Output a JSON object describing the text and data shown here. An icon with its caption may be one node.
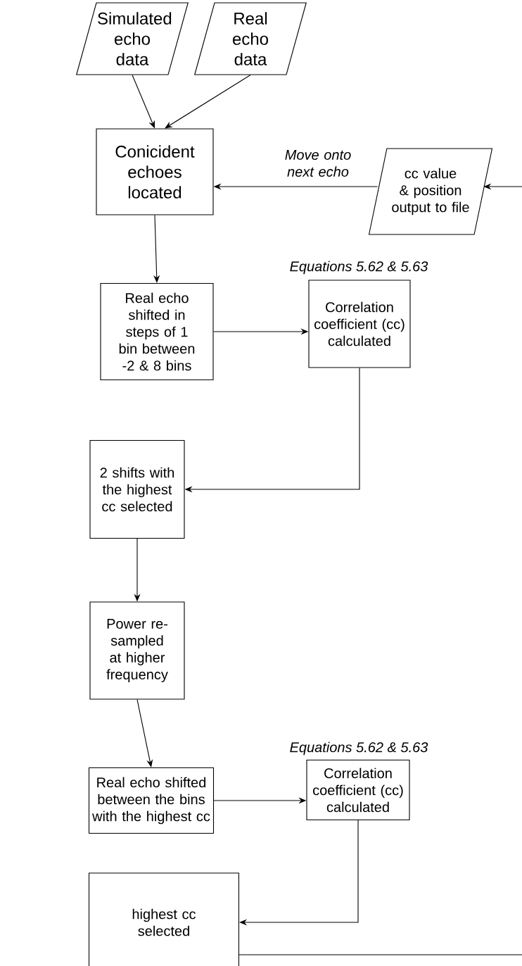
{
  "diagram": {
    "nodes": [
      {
        "text": [
          "Simulated echo data"
        ]
      },
      {
        "text": [
          "Real echo data"
        ]
      },
      {
        "text": [
          "Conicident echoes located"
        ]
      },
      {
        "text": [
          "cc value & position output to file"
        ]
      },
      {
        "text": [
          "Real echo shifted in steps of 1 bin between -2 & 8 bins"
        ]
      },
      {
        "text": [
          "Correlation coefficient (cc) calculated"
        ],
        "beside": [
          "Equations 5.62 & 5.63"
        ]
      },
      {
        "text": [
          "2 shifts with the highest cc selected"
        ]
      },
      {
        "text": [
          "Power re-sampled at higher frequency"
        ]
      },
      {
        "text": [
          "Real echo shifted between the bins with the highest cc"
        ]
      },
      {
        "text": [
          "Correlation coefficient (cc) calculated"
        ],
        "beside": [
          "Equations 5.62 & 5.63"
        ]
      },
      {
        "text": [
          "highest cc selected"
        ]
      }
    ],
    "edges": [
      {
        "from": 0,
        "to": 2,
        "arrow": "to"
      },
      {
        "from": 1,
        "to": 2,
        "arrow": "to"
      },
      {
        "from": 3,
        "to": 2,
        "arrow": "to",
        "label": "Move onto next echo"
      },
      {
        "from": null,
        "to": 3,
        "arrow": "to"
      },
      {
        "from": 2,
        "to": 4,
        "arrow": "to"
      },
      {
        "from": 4,
        "to": 5,
        "arrow": "to"
      },
      {
        "from": 5,
        "to": 6,
        "arrow": "to"
      },
      {
        "from": 6,
        "to": 7,
        "arrow": "to"
      },
      {
        "from": 7,
        "to": 8,
        "arrow": "to"
      },
      {
        "from": 8,
        "to": 9,
        "arrow": "to"
      },
      {
        "from": 9,
        "to": 10,
        "arrow": "to"
      },
      {
        "from": 10,
        "to": null,
        "arrow": "none"
      }
    ]
  }
}
